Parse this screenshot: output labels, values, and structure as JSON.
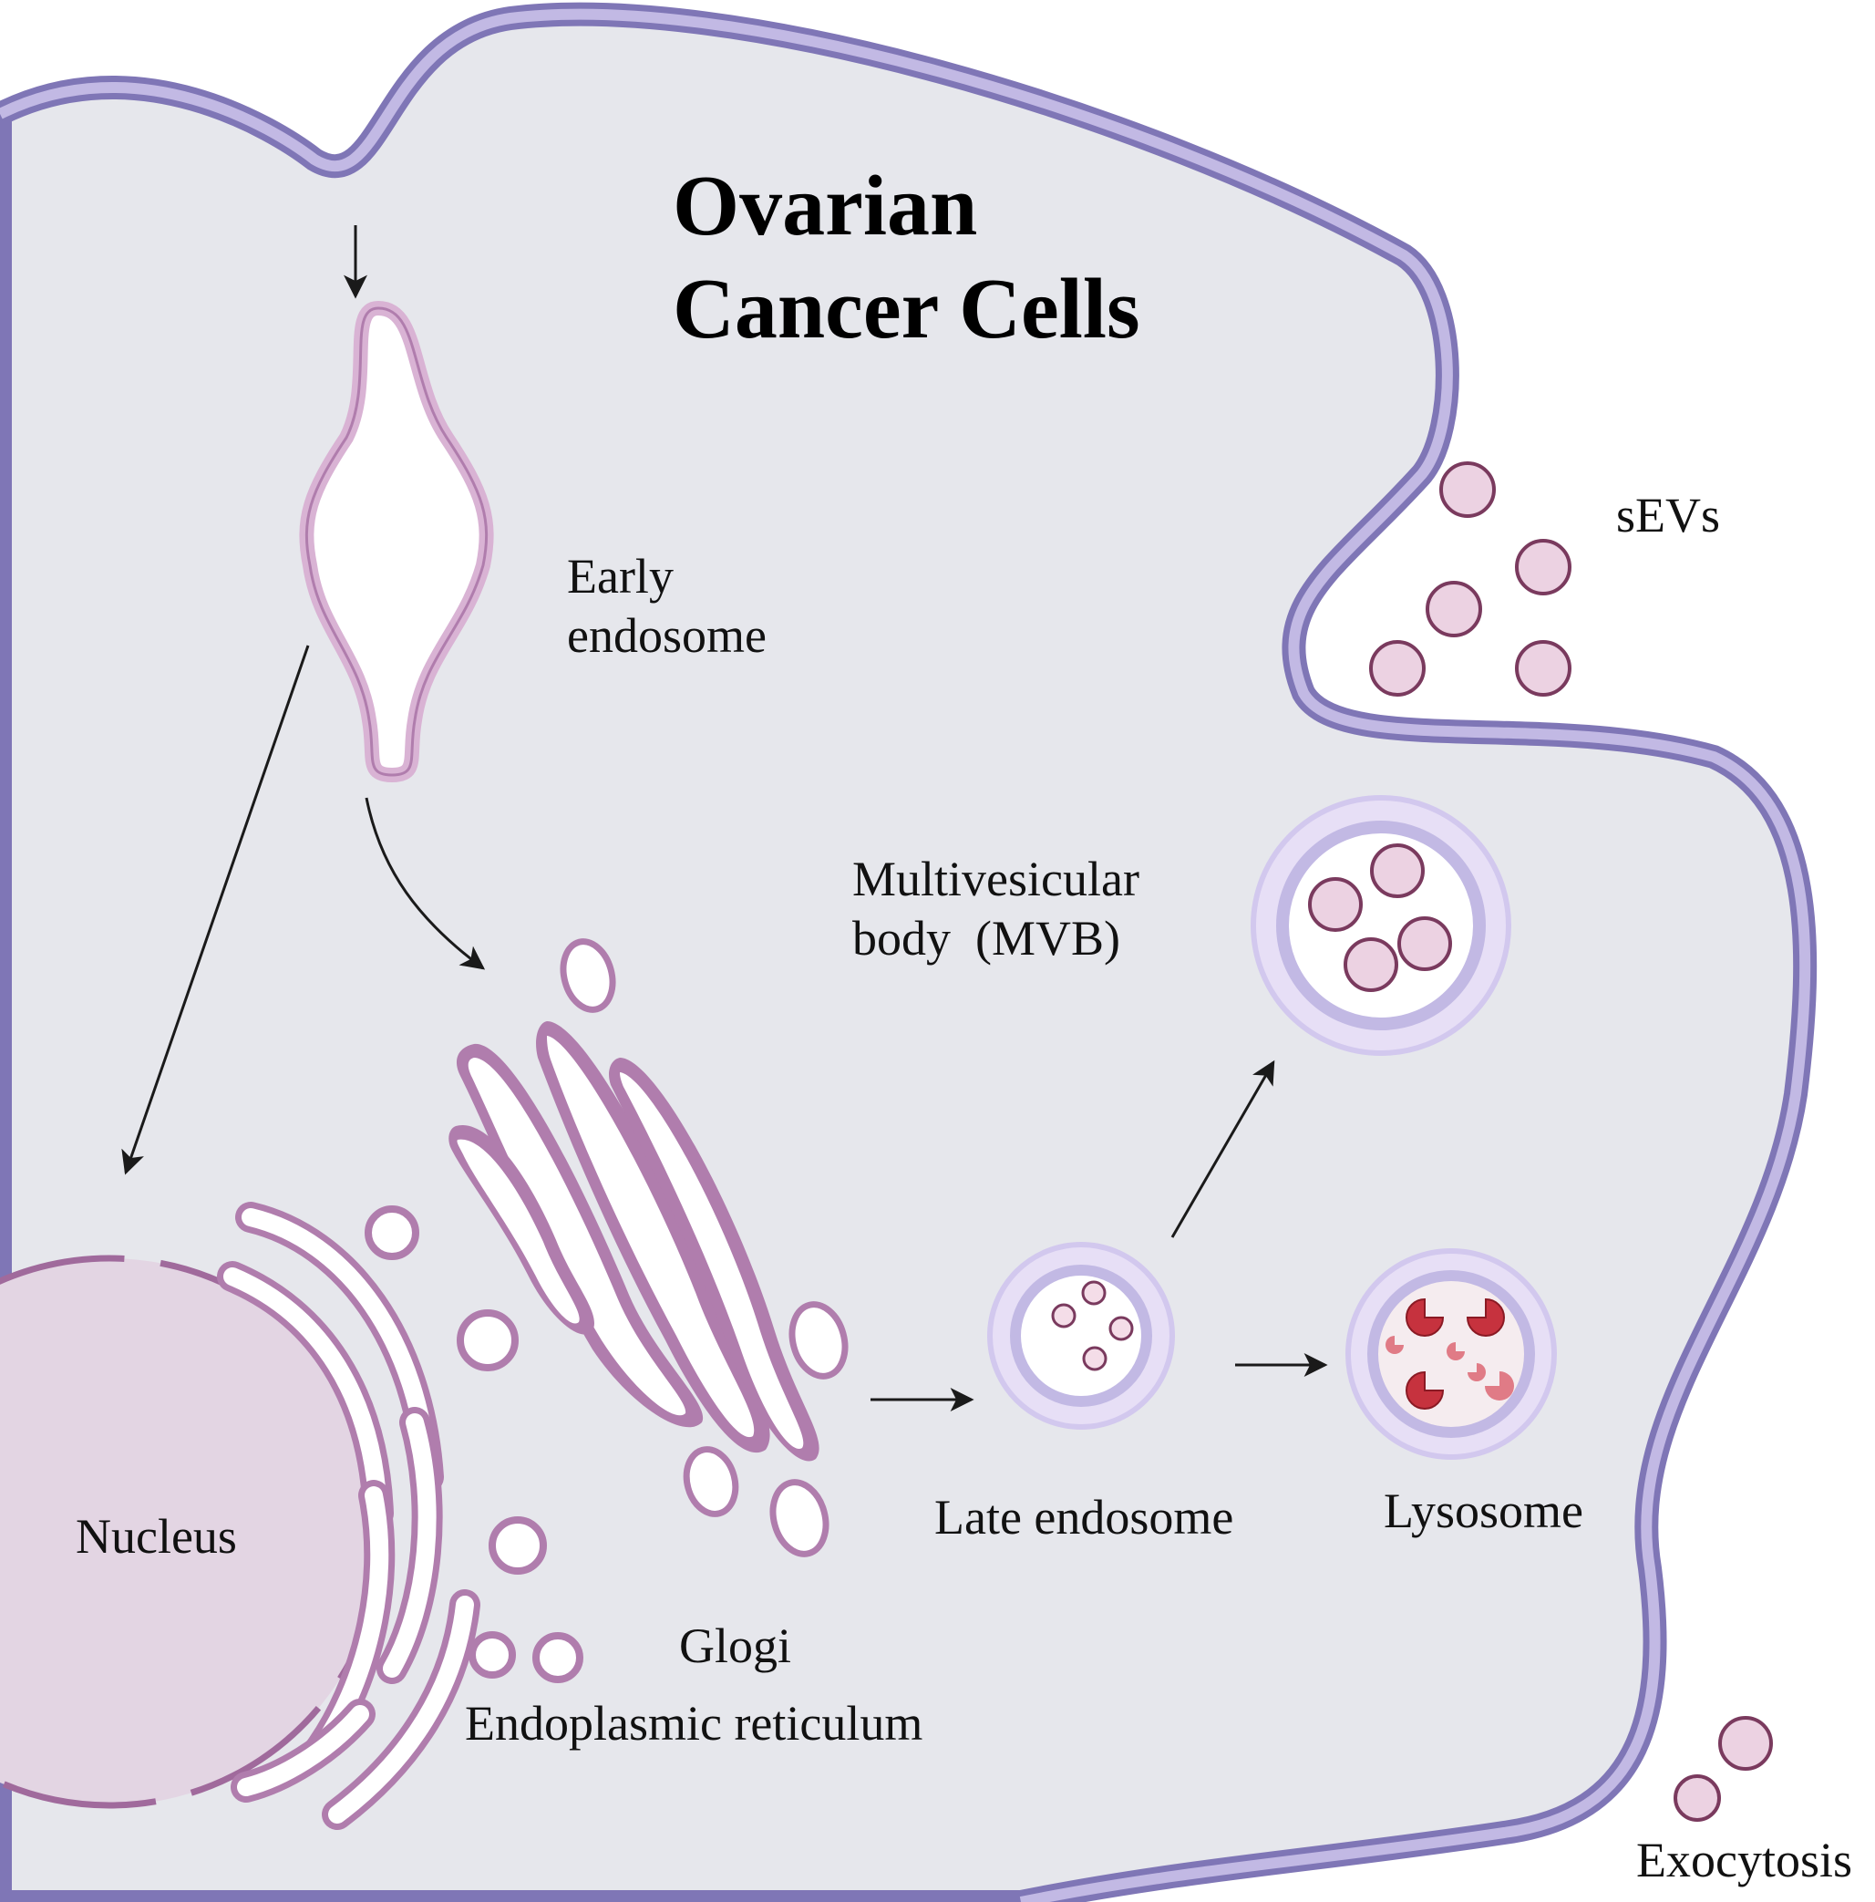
{
  "title": {
    "line1": "Ovarian",
    "line2": "Cancer Cells"
  },
  "labels": {
    "early_endosome_line1": "Early",
    "early_endosome_line2": "endosome",
    "sevs": "sEVs",
    "mvb_line1": "Multivesicular",
    "mvb_line2": "body  (MVB)",
    "nucleus": "Nucleus",
    "golgi": "Glogi",
    "er": "Endoplasmic reticulum",
    "late_endosome": "Late endosome",
    "lysosome": "Lysosome",
    "exocytosis": "Exocytosis"
  },
  "colors": {
    "cytoplasm": "#e6e7ec",
    "membrane_outer": "#7f76b6",
    "membrane_inner": "#c2b9e4",
    "vesicle_fill": "#ecd2e2",
    "vesicle_stroke": "#7a3a5e",
    "golgi_stroke": "#b07dad",
    "nucleus_fill": "#e3d5e3",
    "nucleus_stroke": "#a06a9c",
    "lysosome_enzyme": "#c6323e",
    "arrow": "#1a1a1a"
  }
}
